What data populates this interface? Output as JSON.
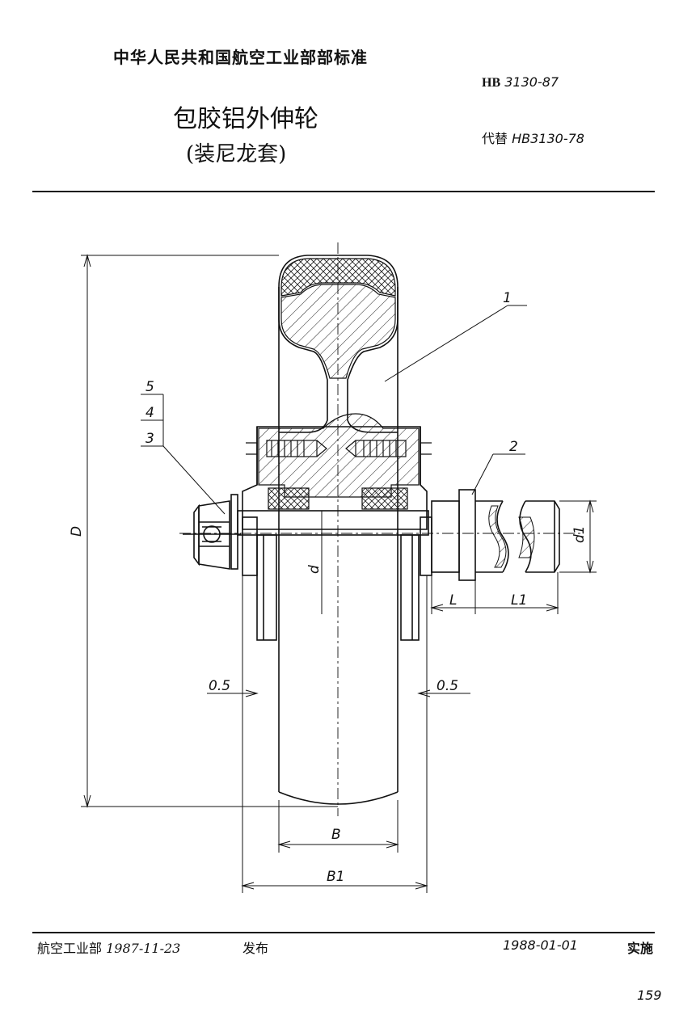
{
  "header": {
    "organization": "中华人民共和国航空工业部部标准",
    "standard_prefix": "HB",
    "standard_number": "3130-87",
    "title": "包胶铝外伸轮",
    "subtitle": "(装尼龙套)",
    "replaces_prefix": "代替",
    "replaces_number": "HB3130-78"
  },
  "drawing": {
    "labels": {
      "part1": "1",
      "part2": "2",
      "part3": "3",
      "part4": "4",
      "part5": "5",
      "dim_D": "D",
      "dim_d": "d",
      "dim_d1": "d1",
      "dim_L": "L",
      "dim_L1": "L1",
      "dim_B": "B",
      "dim_B1": "B1",
      "gap_left": "0.5",
      "gap_right": "0.5"
    }
  },
  "footer": {
    "issuer": "航空工业部",
    "issue_date": "1987-11-23",
    "issue_word": "发布",
    "effective_date": "1988-01-01",
    "effective_word": "实施",
    "page_number": "159"
  }
}
